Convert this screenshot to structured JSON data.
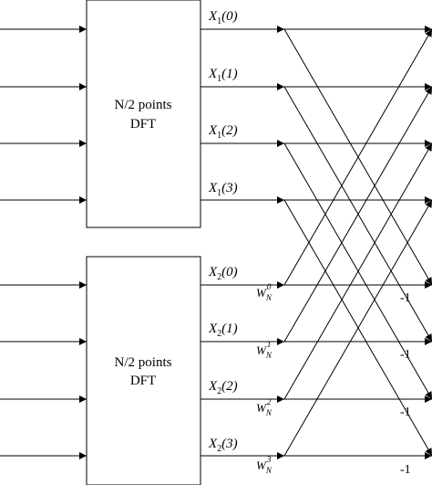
{
  "blocks": [
    {
      "line1": "N/2 points",
      "line2": "DFT"
    },
    {
      "line1": "N/2 points",
      "line2": "DFT"
    }
  ],
  "outputs": [
    {
      "var": "X",
      "sub": "1",
      "arg": "(0)"
    },
    {
      "var": "X",
      "sub": "1",
      "arg": "(1)"
    },
    {
      "var": "X",
      "sub": "1",
      "arg": "(2)"
    },
    {
      "var": "X",
      "sub": "1",
      "arg": "(3)"
    },
    {
      "var": "X",
      "sub": "2",
      "arg": "(0)"
    },
    {
      "var": "X",
      "sub": "2",
      "arg": "(1)"
    },
    {
      "var": "X",
      "sub": "2",
      "arg": "(2)"
    },
    {
      "var": "X",
      "sub": "2",
      "arg": "(3)"
    }
  ],
  "twiddles": [
    {
      "base": "W",
      "sub": "N",
      "sup": "0"
    },
    {
      "base": "W",
      "sub": "N",
      "sup": "1"
    },
    {
      "base": "W",
      "sub": "N",
      "sup": "2"
    },
    {
      "base": "W",
      "sub": "N",
      "sup": "3"
    }
  ],
  "negatives": [
    "-1",
    "-1",
    "-1",
    "-1"
  ]
}
